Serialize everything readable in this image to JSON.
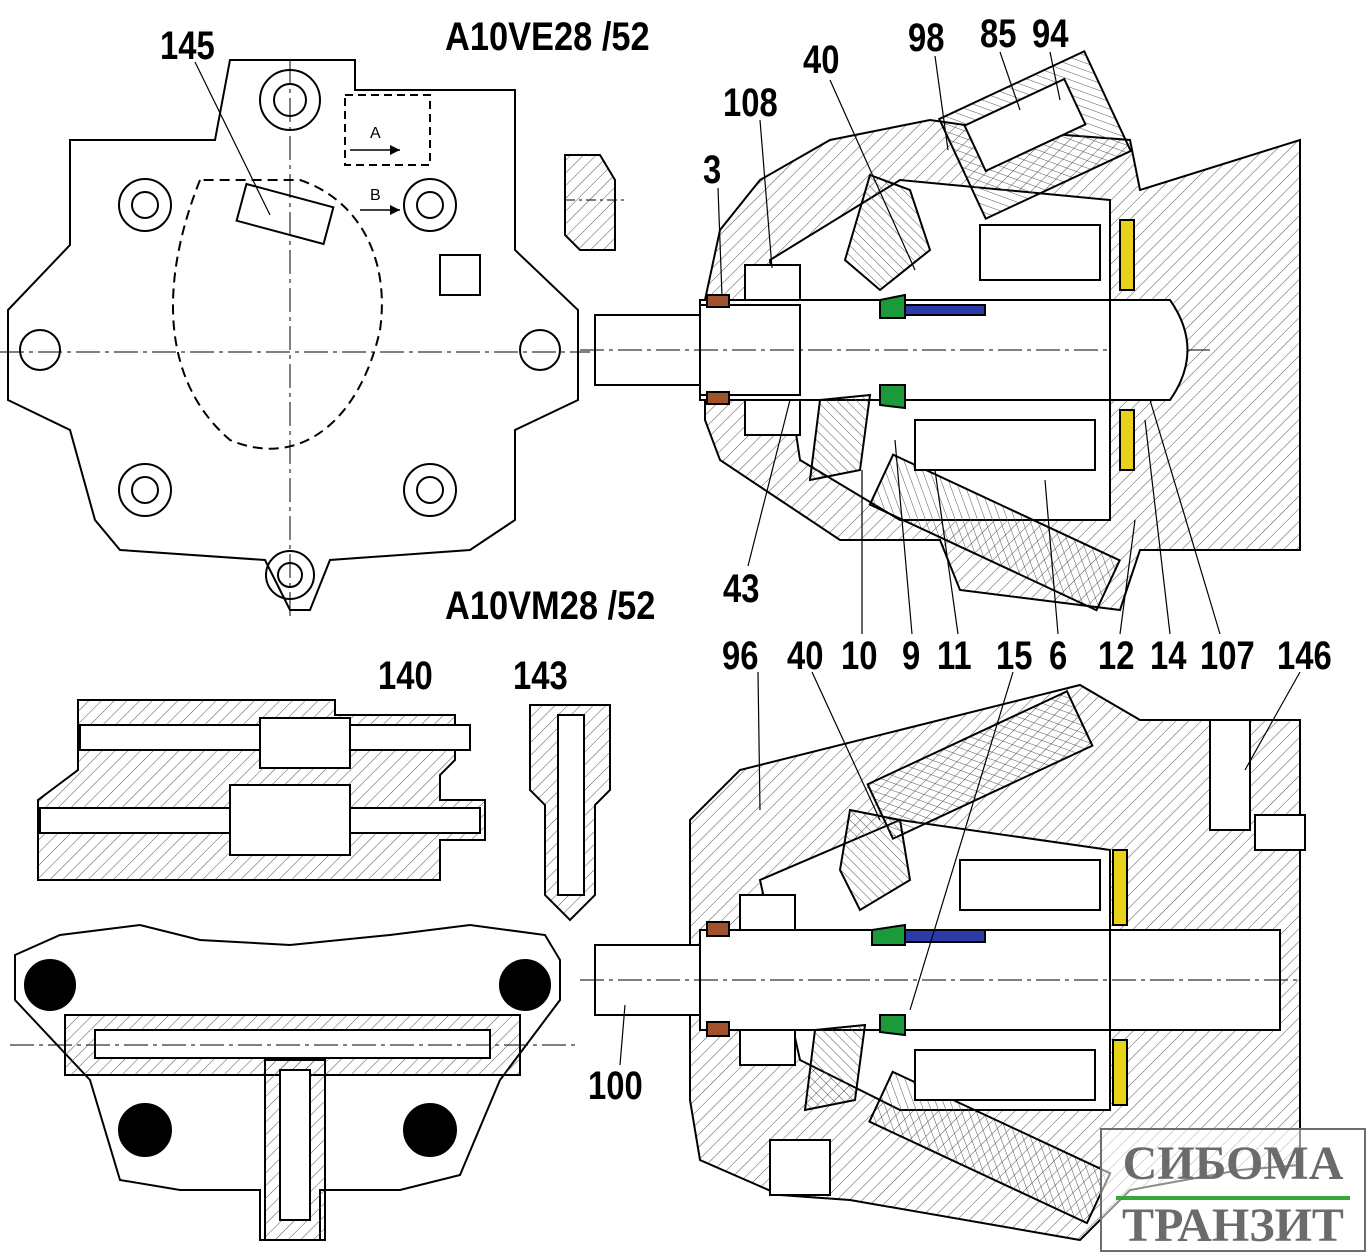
{
  "titles": {
    "top": "A10VE28 /52",
    "bottom": "A10VM28 /52"
  },
  "callouts": {
    "n145": "145",
    "n3": "3",
    "n108": "108",
    "n40_top": "40",
    "n98": "98",
    "n85": "85",
    "n94": "94",
    "n43": "43",
    "n96": "96",
    "n40_mid": "40",
    "n10": "10",
    "n9": "9",
    "n11": "11",
    "n15": "15",
    "n6": "6",
    "n12": "12",
    "n14": "14",
    "n107": "107",
    "n146": "146",
    "n140": "140",
    "n143": "143",
    "n100": "100"
  },
  "flow_labels": {
    "port_a": "A",
    "port_b": "B"
  },
  "watermark": {
    "line1": "СИБОМА",
    "line2": "ТРАНЗИТ"
  },
  "colors": {
    "line": "#000000",
    "hatch": "#444444",
    "seal_brown": "#a0522d",
    "seal_green": "#1a9a3a",
    "sleeve_blue": "#2a3aa8",
    "plate_yellow": "#e8d21a",
    "watermark_gray": "#6b6b6b",
    "watermark_green": "#3aa63a"
  }
}
